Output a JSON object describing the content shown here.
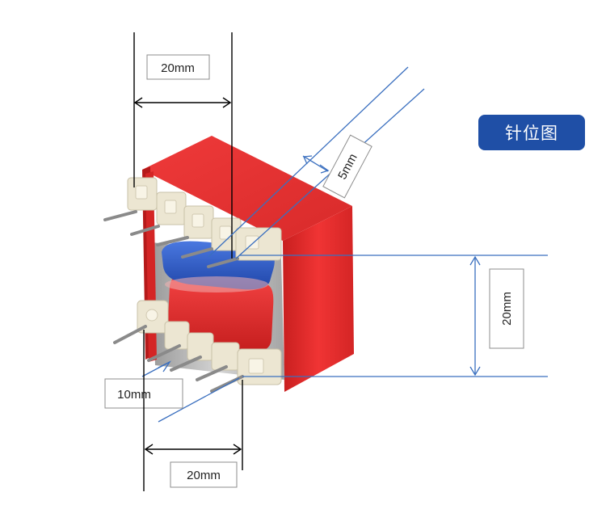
{
  "badge": {
    "label": "针位图"
  },
  "dimensions": {
    "top_width": "20mm",
    "pin_pitch": "5mm",
    "height": "20mm",
    "row_spacing": "10mm",
    "bottom_width": "20mm"
  },
  "colors": {
    "badge": "#1f4fa6",
    "bobbin": "#e32b2b",
    "winding_blue": "#2b57c8",
    "dimension_line": "#3a6fbf",
    "pin_housing": "#ece6d2"
  }
}
